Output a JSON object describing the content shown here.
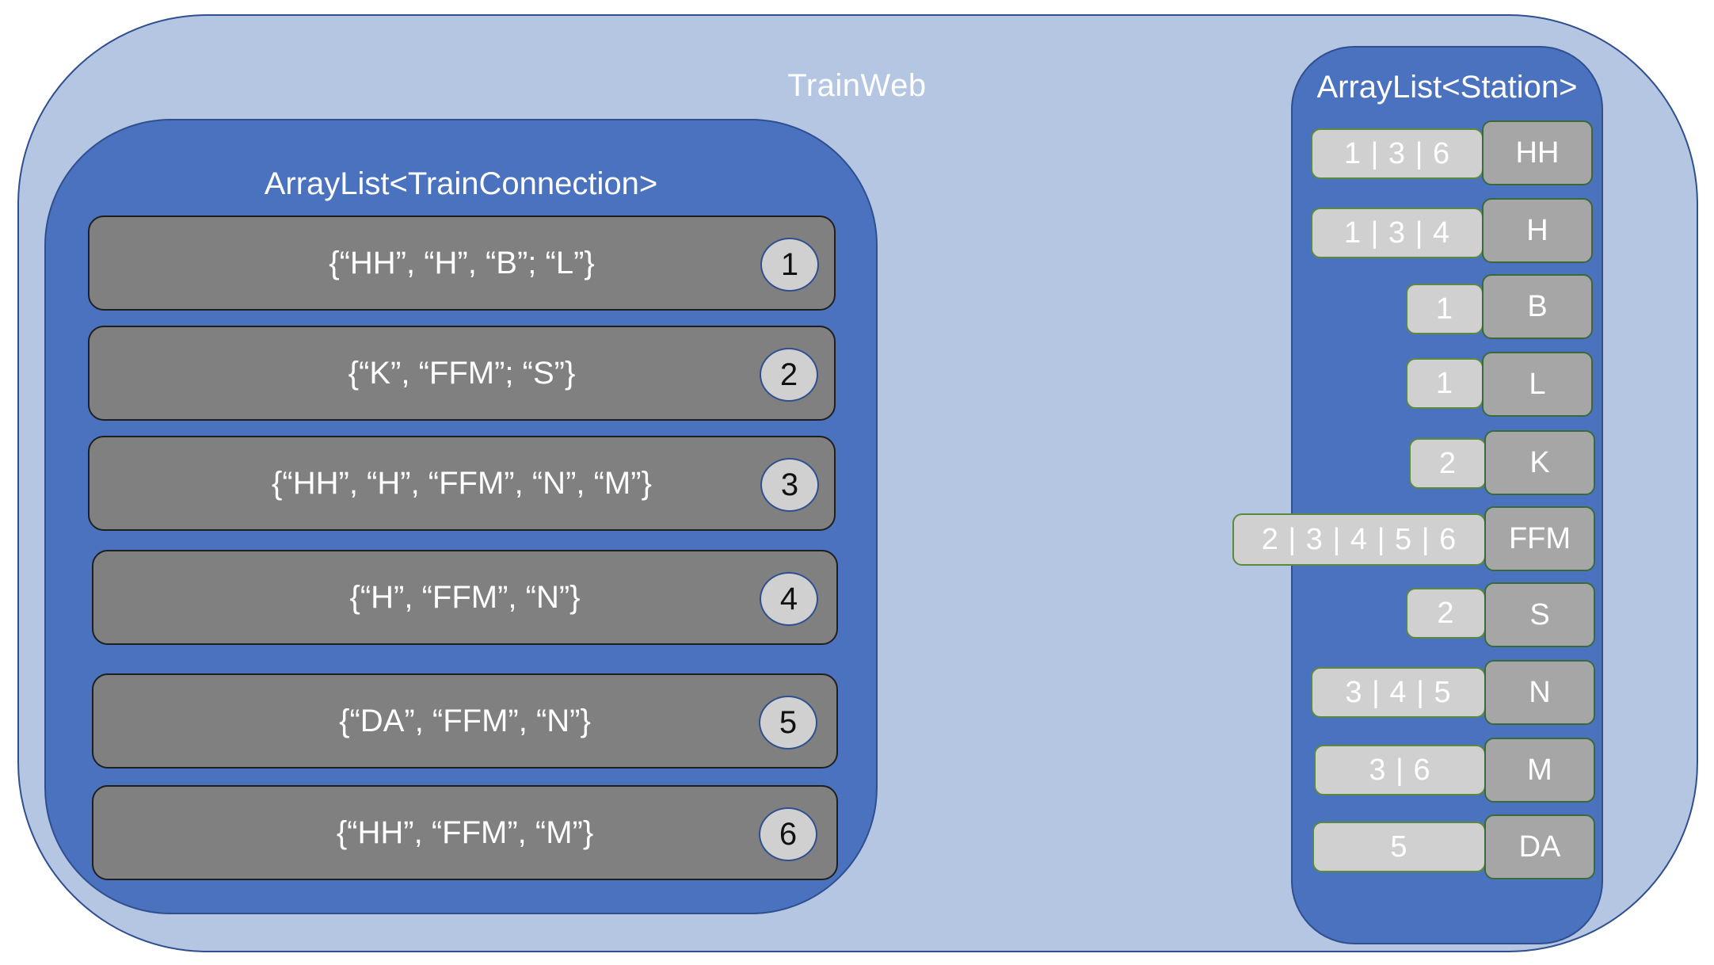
{
  "trainweb": {
    "title": "TrainWeb"
  },
  "connections": {
    "title": "ArrayList<TrainConnection>",
    "items": [
      {
        "text": "{“HH”, “H”, “B”; “L”}",
        "id": "1"
      },
      {
        "text": "{“K”, “FFM”; “S”}",
        "id": "2"
      },
      {
        "text": "{“HH”, “H”, “FFM”, “N”, “M”}",
        "id": "3"
      },
      {
        "text": "{“H”, “FFM”, “N”}",
        "id": "4"
      },
      {
        "text": "{“DA”, “FFM”, “N”}",
        "id": "5"
      },
      {
        "text": "{“HH”, “FFM”, “M”}",
        "id": "6"
      }
    ]
  },
  "stations": {
    "title": "ArrayList<Station>",
    "items": [
      {
        "name": "HH",
        "connections": "1 | 3 | 6"
      },
      {
        "name": "H",
        "connections": "1 | 3 | 4"
      },
      {
        "name": "B",
        "connections": "1"
      },
      {
        "name": "L",
        "connections": "1"
      },
      {
        "name": "K",
        "connections": "2"
      },
      {
        "name": "FFM",
        "connections": "2 | 3 | 4 | 5 | 6"
      },
      {
        "name": "S",
        "connections": "2"
      },
      {
        "name": "N",
        "connections": "3 | 4 | 5"
      },
      {
        "name": "M",
        "connections": "3 | 6"
      },
      {
        "name": "DA",
        "connections": "5"
      }
    ]
  }
}
